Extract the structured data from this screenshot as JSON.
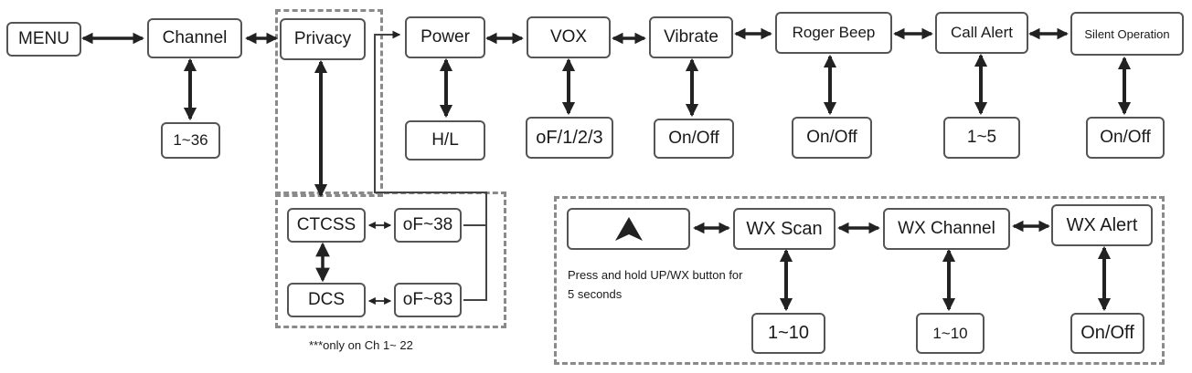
{
  "menu": {
    "menu": "MENU",
    "channel": "Channel",
    "privacy": "Privacy",
    "power": "Power",
    "vox": "VOX",
    "vibrate": "Vibrate",
    "roger_beep": "Roger Beep",
    "call_alert": "Call Alert",
    "silent_operation": "Silent Operation"
  },
  "options": {
    "channel": "1~36",
    "power": "H/L",
    "vox": "oF/1/2/3",
    "vibrate": "On/Off",
    "roger_beep": "On/Off",
    "call_alert": "1~5",
    "silent_operation": "On/Off"
  },
  "privacy": {
    "ctcss": "CTCSS",
    "ctcss_range": "oF~38",
    "dcs": "DCS",
    "dcs_range": "oF~83",
    "note": "***only on Ch 1~ 22"
  },
  "wx": {
    "scan": "WX Scan",
    "channel": "WX Channel",
    "alert": "WX Alert",
    "scan_range": "1~10",
    "channel_range": "1~10",
    "alert_option": "On/Off",
    "instruction": "Press and hold UP/WX button for 5 seconds"
  },
  "icons": {
    "up_button": "up-triangle-icon"
  }
}
